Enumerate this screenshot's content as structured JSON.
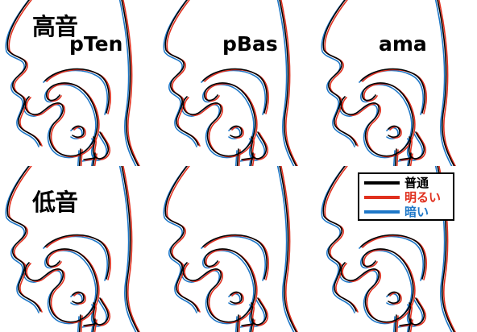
{
  "rows": [
    {
      "label": "高音"
    },
    {
      "label": "低音"
    }
  ],
  "columns": [
    {
      "label": "pTen"
    },
    {
      "label": "pBas"
    },
    {
      "label": "ama"
    }
  ],
  "legend": [
    {
      "label": "普通",
      "color": "#000000"
    },
    {
      "label": "明るい",
      "color": "#e0301e"
    },
    {
      "label": "暗い",
      "color": "#1f78c8"
    }
  ],
  "legend_placement": "bottom-row right panel, top"
}
